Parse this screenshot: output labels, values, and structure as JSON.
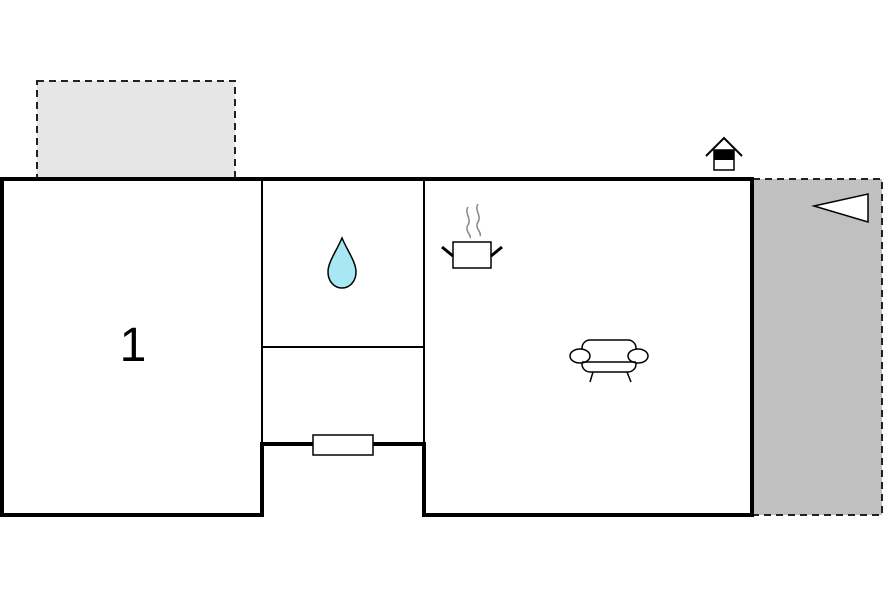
{
  "floor_plan": {
    "rooms": [
      {
        "id": "bedroom-1",
        "label": "1"
      },
      {
        "id": "bathroom",
        "icon": "water-drop-icon"
      },
      {
        "id": "hallway"
      },
      {
        "id": "entrance-recess"
      },
      {
        "id": "kitchen-living",
        "icons": [
          "cooking-pot-icon",
          "sofa-icon"
        ]
      }
    ],
    "outdoor_areas": [
      {
        "id": "terrace-top-left",
        "fill": "#e6e6e6",
        "style": "dashed"
      },
      {
        "id": "terrace-right",
        "fill": "#c0c0c0",
        "style": "dashed"
      }
    ],
    "icons": [
      "entrance-icon",
      "compass-triangle-icon"
    ],
    "colors": {
      "wall": "#000000",
      "water": "#a8e8f2",
      "terrace_light": "#e6e6e6",
      "terrace_dark": "#c0c0c0"
    }
  }
}
